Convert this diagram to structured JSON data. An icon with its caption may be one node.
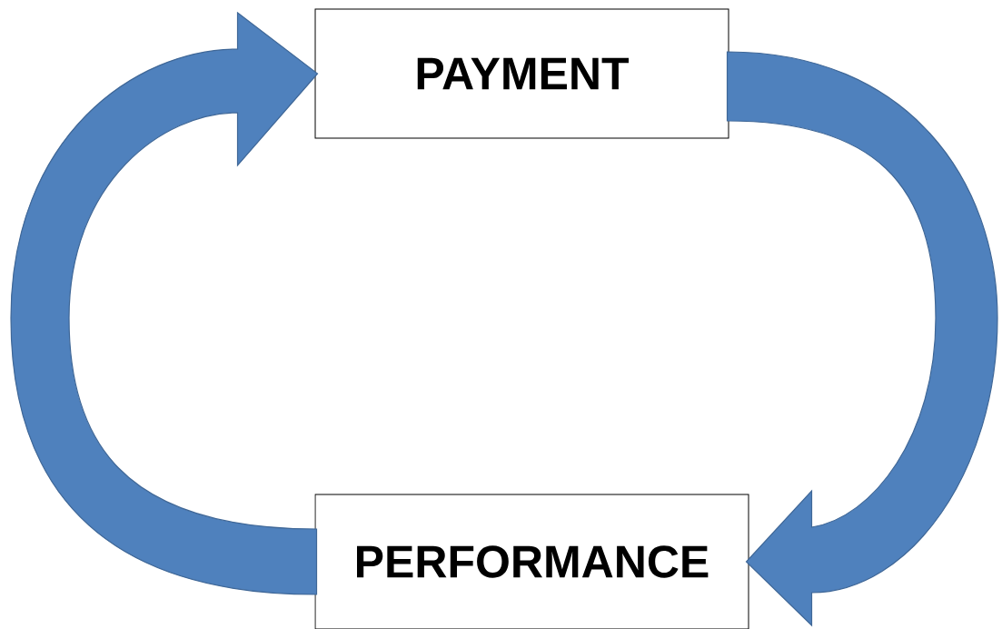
{
  "diagram": {
    "nodes": [
      {
        "text": [
          "PAYMENT"
        ]
      },
      {
        "text": [
          "PERFORMANCE"
        ]
      }
    ],
    "edges": [
      {
        "from": 1,
        "to": 0,
        "arrow": "to"
      },
      {
        "from": 0,
        "to": 1,
        "arrow": "to"
      }
    ]
  }
}
